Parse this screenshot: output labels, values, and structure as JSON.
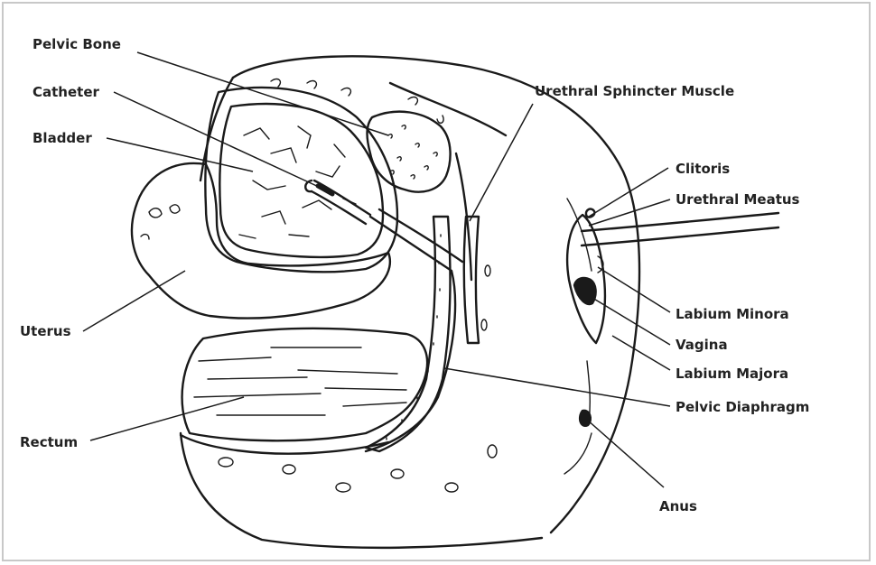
{
  "diagram": {
    "labels": {
      "pelvic_bone": "Pelvic Bone",
      "catheter": "Catheter",
      "bladder": "Bladder",
      "uterus": "Uterus",
      "rectum": "Rectum",
      "urethral_sphincter": "Urethral Sphincter Muscle",
      "clitoris": "Clitoris",
      "urethral_meatus": "Urethral Meatus",
      "labium_minora": "Labium Minora",
      "vagina": "Vagina",
      "labium_majora": "Labium Majora",
      "pelvic_diaphragm": "Pelvic Diaphragm",
      "anus": "Anus"
    },
    "colors": {
      "ink": "#1a1a1a",
      "label_text": "#222222",
      "border": "#c8c8c8",
      "background": "#ffffff"
    }
  }
}
